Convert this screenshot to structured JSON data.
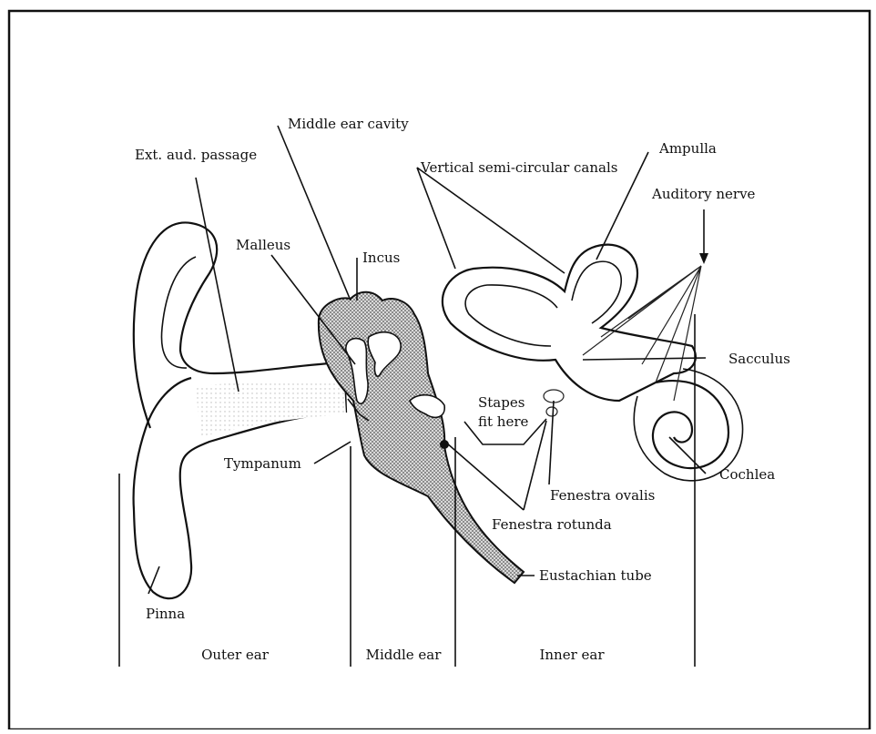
{
  "labels": {
    "middle_ear_cavity": "Middle ear cavity",
    "ext_aud_passage": "Ext. aud. passage",
    "vertical_canals": "Vertical semi-circular canals",
    "ampulla": "Ampulla",
    "auditory_nerve": "Auditory nerve",
    "malleus": "Malleus",
    "incus": "Incus",
    "sacculus": "Sacculus",
    "stapes_line1": "Stapes",
    "stapes_line2": "fit here",
    "tympanum": "Tympanum",
    "cochlea": "Cochlea",
    "fenestra_ovalis": "Fenestra ovalis",
    "fenestra_rotunda": "Fenestra rotunda",
    "eustachian_tube": "Eustachian tube",
    "pinna": "Pinna"
  },
  "regions": {
    "outer": "Outer ear",
    "middle": "Middle ear",
    "inner": "Inner ear"
  },
  "colors": {
    "line": "#111111",
    "shading": "#9a9a9a",
    "background": "#ffffff"
  }
}
